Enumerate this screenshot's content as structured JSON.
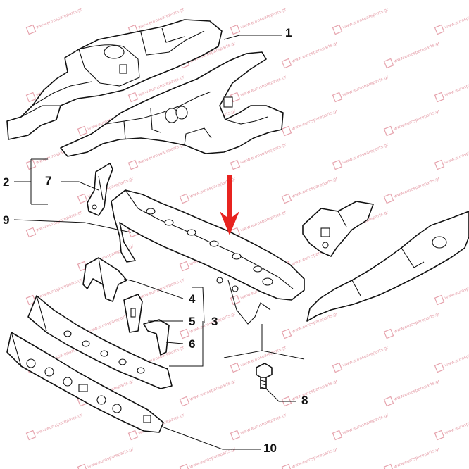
{
  "callouts": {
    "c1": "1",
    "c2": "2",
    "c3": "3",
    "c4": "4",
    "c5": "5",
    "c6": "6",
    "c7": "7",
    "c8": "8",
    "c9": "9",
    "c10": "10"
  },
  "arrow_color": "#e8231f",
  "watermark": {
    "text": "www.eurospareparts.gr",
    "color": "#e6a3ad"
  }
}
